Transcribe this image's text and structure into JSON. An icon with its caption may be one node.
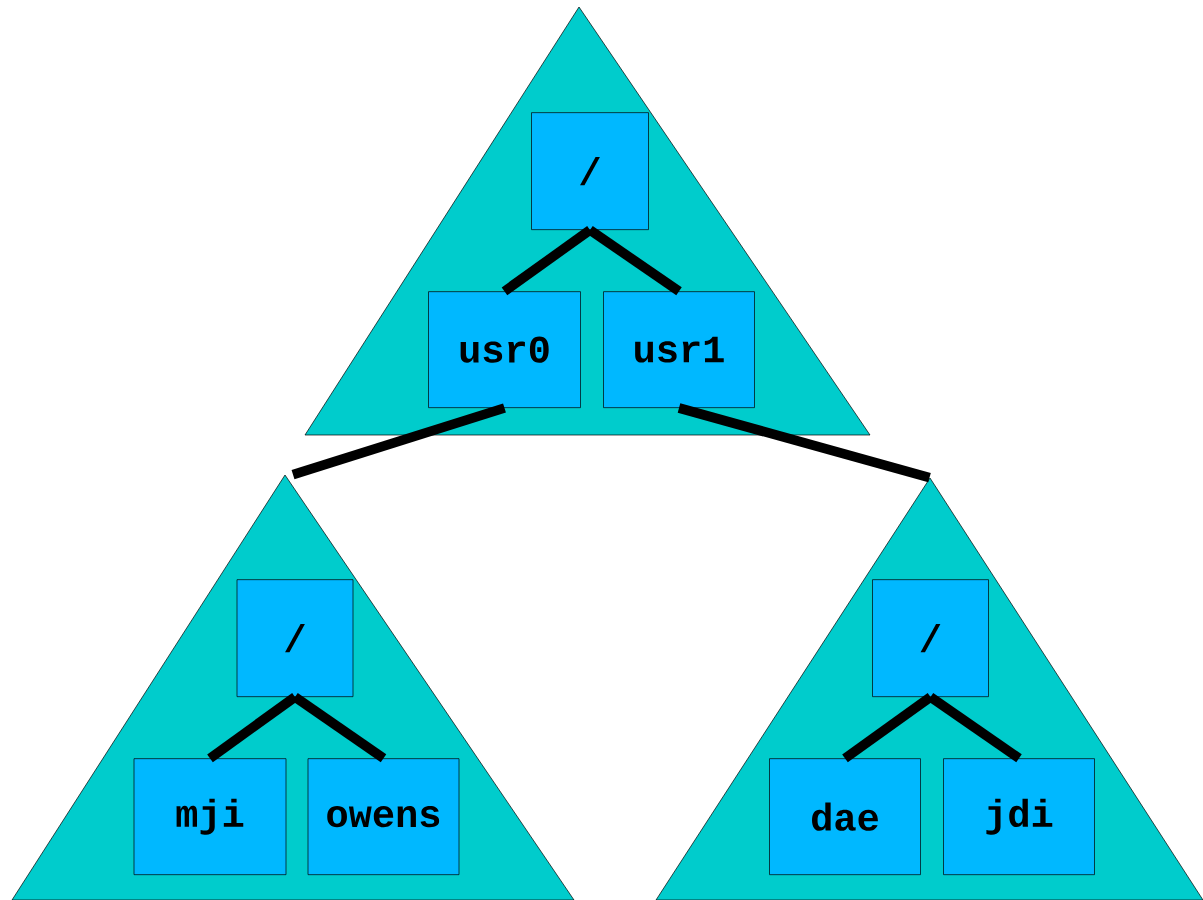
{
  "diagram": {
    "nodes": [
      {
        "text": [],
        "shape": "triangle"
      },
      {
        "text": [
          "/"
        ],
        "in": 0
      },
      {
        "text": [
          "usr0"
        ],
        "in": 0
      },
      {
        "text": [
          "usr1"
        ],
        "in": 0
      },
      {
        "text": [],
        "shape": "triangle"
      },
      {
        "text": [
          "/"
        ],
        "in": 4
      },
      {
        "text": [
          "mji"
        ],
        "in": 4
      },
      {
        "text": [
          "owens"
        ],
        "in": 4
      },
      {
        "text": [],
        "shape": "triangle"
      },
      {
        "text": [
          "/"
        ],
        "in": 8
      },
      {
        "text": [
          "dae"
        ],
        "in": 8
      },
      {
        "text": [
          "jdi"
        ],
        "in": 8
      }
    ],
    "edges": [
      {
        "from": 1,
        "to": 2,
        "arrow": "none"
      },
      {
        "from": 1,
        "to": 3,
        "arrow": "none"
      },
      {
        "from": 2,
        "to": 4,
        "arrow": "none"
      },
      {
        "from": 3,
        "to": 8,
        "arrow": "none"
      },
      {
        "from": 5,
        "to": 6,
        "arrow": "none"
      },
      {
        "from": 5,
        "to": 7,
        "arrow": "none"
      },
      {
        "from": 9,
        "to": 10,
        "arrow": "none"
      },
      {
        "from": 9,
        "to": 11,
        "arrow": "none"
      }
    ]
  }
}
